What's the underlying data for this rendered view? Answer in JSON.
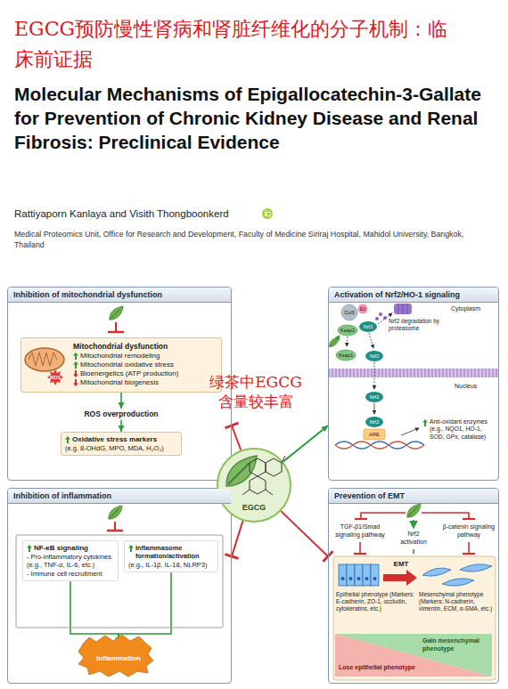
{
  "diagram": {
    "title": "Molecular Mechanisms of Epigallocatechin-3-Gallate for Prevention of Chronic Kidney Disease and Renal Fibrosis: Preclinical Evidence",
    "nodes": [
      {
        "text": [
          "Inhibition of mitochondrial dysfunction"
        ]
      },
      {
        "text": [
          "Mitochondrial dysfunction",
          "Mitochondrial remodeling",
          "Mitochondrial oxidative stress",
          "Bioenergetics (ATP production)",
          "Mitochondrial biogenesis"
        ],
        "in": 0
      },
      {
        "text": [
          "ROS overproduction"
        ],
        "in": 0
      },
      {
        "text": [
          "Oxidative stress markers",
          "(e.g. 8-OHdG, MPO, MDA, H₂O₂)"
        ],
        "in": 0
      },
      {
        "text": [
          "Activation of Nrf2/HO-1 signaling"
        ]
      },
      {
        "text": [
          "Inhibition of inflammation"
        ]
      },
      {
        "text": [
          "NF-κB signaling",
          "- Pro-inflammatory cytokines (e.g., TNF-α, IL-6, etc.)",
          "- Immune cell recruitment"
        ],
        "in": 5
      },
      {
        "text": [
          "Inflammasome formation/activation",
          "(e.g., IL-1β, IL-18, NLRP3)"
        ],
        "in": 5
      },
      {
        "text": [
          "Inflammation"
        ],
        "in": 5
      },
      {
        "text": [
          "Prevention of EMT"
        ]
      },
      {
        "text": [
          "EGCG"
        ]
      }
    ],
    "edges": [
      {
        "from": 1,
        "to": 2,
        "arrow": "to"
      },
      {
        "from": 2,
        "to": 3,
        "arrow": "to"
      },
      {
        "from": 6,
        "to": 8,
        "arrow": "to"
      },
      {
        "from": 7,
        "to": 8,
        "arrow": "to"
      },
      {
        "from": 10,
        "to": 0,
        "arrow": "none"
      },
      {
        "from": 10,
        "to": 4,
        "arrow": "to"
      },
      {
        "from": 10,
        "to": 5,
        "arrow": "none"
      },
      {
        "from": 10,
        "to": 9,
        "arrow": "none"
      }
    ],
    "labels": [
      "EGCG预防慢性肾病和肾脏纤维化的分子机制：临床前证据",
      "Rattiyaporn Kanlaya and Visith Thongboonkerd",
      "Medical Proteomics Unit, Office for Research and Development, Faculty of Medicine Siriraj Hospital, Mahidol University, Bangkok, Thailand",
      "绿茶中EGCG 含量较丰富",
      "Cytoplasm",
      "Cul3",
      "E3",
      "Keap1",
      "Nrf2",
      "Nrf2 degradation by proteasome",
      "Keap1",
      "Nrf2",
      "Nucleus",
      "Nrf2",
      "Nrf2",
      "ARE",
      "Anti-oxidant enzymes (e.g., NQO1, HO-1, SOD, GPx, catalase)",
      "TGF-β1/Smad signaling pathway",
      "Nrf2 activation",
      "β-catenin signaling pathway",
      "Epithelial phenotype (Markers: E-cadherin, ZO-1, occludin, cytokeratins, etc.)",
      "EMT",
      "Mesenchymal phenotype (Markers: N-cadherin, vimentin, ECM, α-SMA, etc.)",
      "Gain mesenchymal phenotype",
      "Lose epithelial phenotype",
      "ROS"
    ]
  }
}
